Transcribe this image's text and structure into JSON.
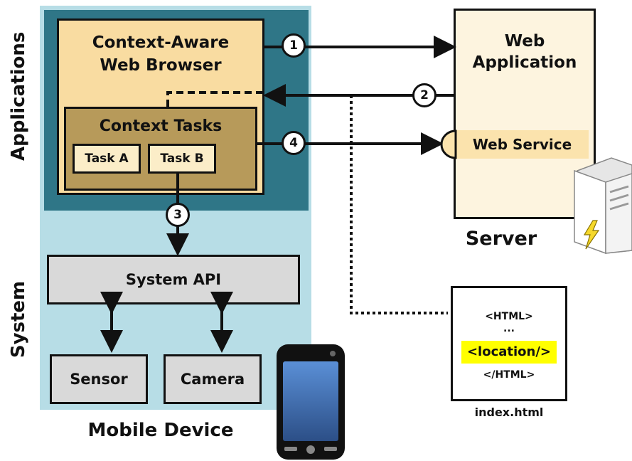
{
  "labels": {
    "applications": "Applications",
    "system": "System",
    "mobile_device": "Mobile Device",
    "server": "Server"
  },
  "browser": {
    "title_line1": "Context-Aware",
    "title_line2": "Web Browser"
  },
  "context_tasks": {
    "title": "Context Tasks",
    "task_a": "Task A",
    "task_b": "Task B"
  },
  "system_api": "System API",
  "sensor": "Sensor",
  "camera": "Camera",
  "web_app": {
    "title_line1": "Web",
    "title_line2": "Application",
    "web_service": "Web Service"
  },
  "document": {
    "open_tag": "<HTML>",
    "ellipsis": "...",
    "location_tag": "<location/>",
    "close_tag": "</HTML>",
    "filename": "index.html"
  },
  "steps": [
    "1",
    "2",
    "3",
    "4"
  ],
  "colors": {
    "system_layer": "#b7dde6",
    "applications_layer": "#2f7687",
    "browser": "#f9dca1",
    "context_tasks": "#b79a5a",
    "task_box": "#fbedc8",
    "system_box": "#d9d9d9",
    "web_app": "#fdf4df",
    "web_service": "#fbe3ad",
    "highlight": "#ffff00"
  }
}
